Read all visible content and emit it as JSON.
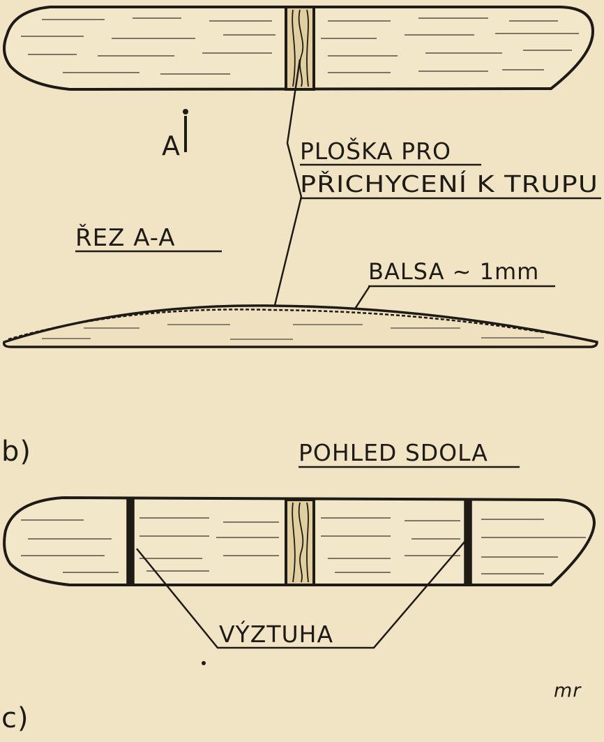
{
  "labels": {
    "section_mark": "A",
    "ploska": "PLOŠKA PRO",
    "prichyceni": "PŘICHYCENÍ K TRUPU",
    "rez": "ŘEZ A-A",
    "balsa": "BALSA ~ 1mm",
    "fig_b": "b)",
    "pohled": "POHLED SDOLA",
    "vyztuha": "VÝZTUHA",
    "signature": "mr",
    "fig_c": "c)"
  },
  "colors": {
    "paper": "#f1e4c4",
    "ink": "#1e1a16",
    "wood_block": "#e2cfa0"
  }
}
